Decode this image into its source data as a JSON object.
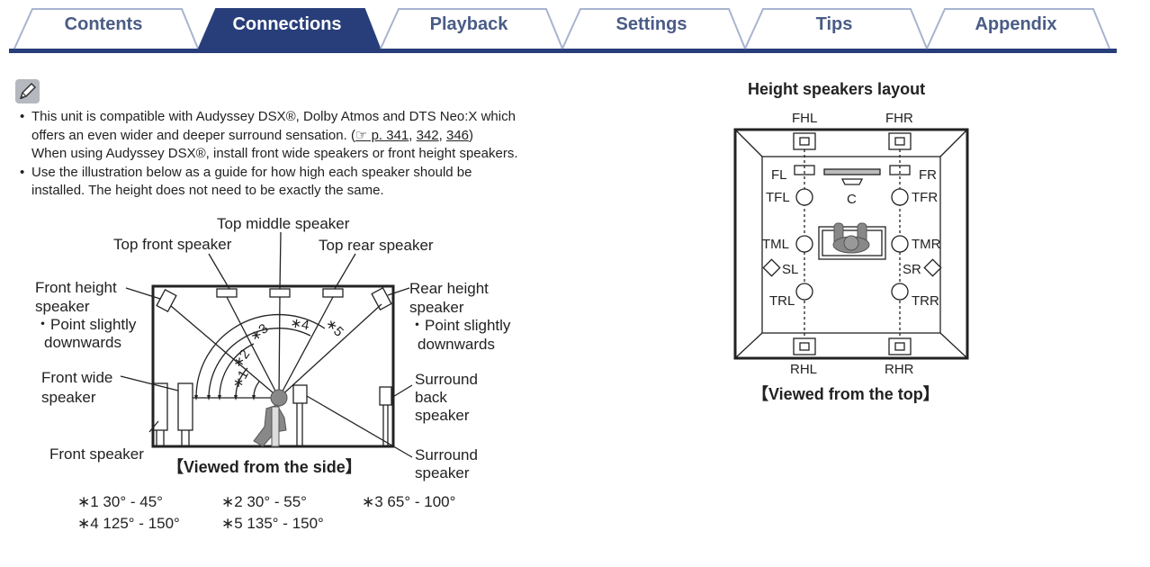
{
  "tabs": [
    {
      "label": "Contents",
      "active": false
    },
    {
      "label": "Connections",
      "active": true
    },
    {
      "label": "Playback",
      "active": false
    },
    {
      "label": "Settings",
      "active": false
    },
    {
      "label": "Tips",
      "active": false
    },
    {
      "label": "Appendix",
      "active": false
    }
  ],
  "colors": {
    "tab_active": "#283e7a",
    "tab_border": "#a8b3cf",
    "bar": "#283e7a"
  },
  "note": {
    "bullet1": {
      "line1": "This unit is compatible with Audyssey DSX®, Dolby Atmos and DTS Neo:X which",
      "line2_prefix": "offers an even wider and deeper surround sensation.  (",
      "ref_icon": "☞",
      "ref1": " p. 341",
      "sep1": ", ",
      "ref2": "342",
      "sep2": ", ",
      "ref3": "346",
      "line2_suffix": ")",
      "line3": "When using Audyssey DSX®, install front wide speakers or front height speakers."
    },
    "bullet2": {
      "line1": "Use the illustration below as a guide for how high each speaker should be",
      "line2": "installed. The height does not need to be exactly the same."
    }
  },
  "side_view": {
    "top_middle": "Top middle speaker",
    "top_front": "Top front speaker",
    "top_rear": "Top rear speaker",
    "front_height_1": "Front height",
    "front_height_2": "speaker",
    "front_height_3": "・Point slightly",
    "front_height_4": "downwards",
    "rear_height_1": "Rear height",
    "rear_height_2": "speaker",
    "rear_height_3": "・Point slightly",
    "rear_height_4": "downwards",
    "front_wide_1": "Front wide",
    "front_wide_2": "speaker",
    "front_speaker": "Front speaker",
    "surround_back_1": "Surround",
    "surround_back_2": "back",
    "surround_back_3": "speaker",
    "surround_1": "Surround",
    "surround_2": "speaker",
    "caption": "【Viewed from the side】",
    "arc1": "∗1",
    "arc2": "∗2",
    "arc3": "∗3",
    "arc4": "∗4",
    "arc5": "∗5"
  },
  "angles": {
    "a1": "∗1 30° - 45°",
    "a2": "∗2 30° - 55°",
    "a3": "∗3 65° - 100°",
    "a4": "∗4 125° - 150°",
    "a5": "∗5 135° - 150°"
  },
  "top_view": {
    "title": "Height speakers layout",
    "fhl": "FHL",
    "fhr": "FHR",
    "fl": "FL",
    "fr": "FR",
    "c": "C",
    "tfl": "TFL",
    "tfr": "TFR",
    "tml": "TML",
    "tmr": "TMR",
    "sl": "SL",
    "sr": "SR",
    "trl": "TRL",
    "trr": "TRR",
    "rhl": "RHL",
    "rhr": "RHR",
    "caption": "【Viewed from the top】"
  }
}
